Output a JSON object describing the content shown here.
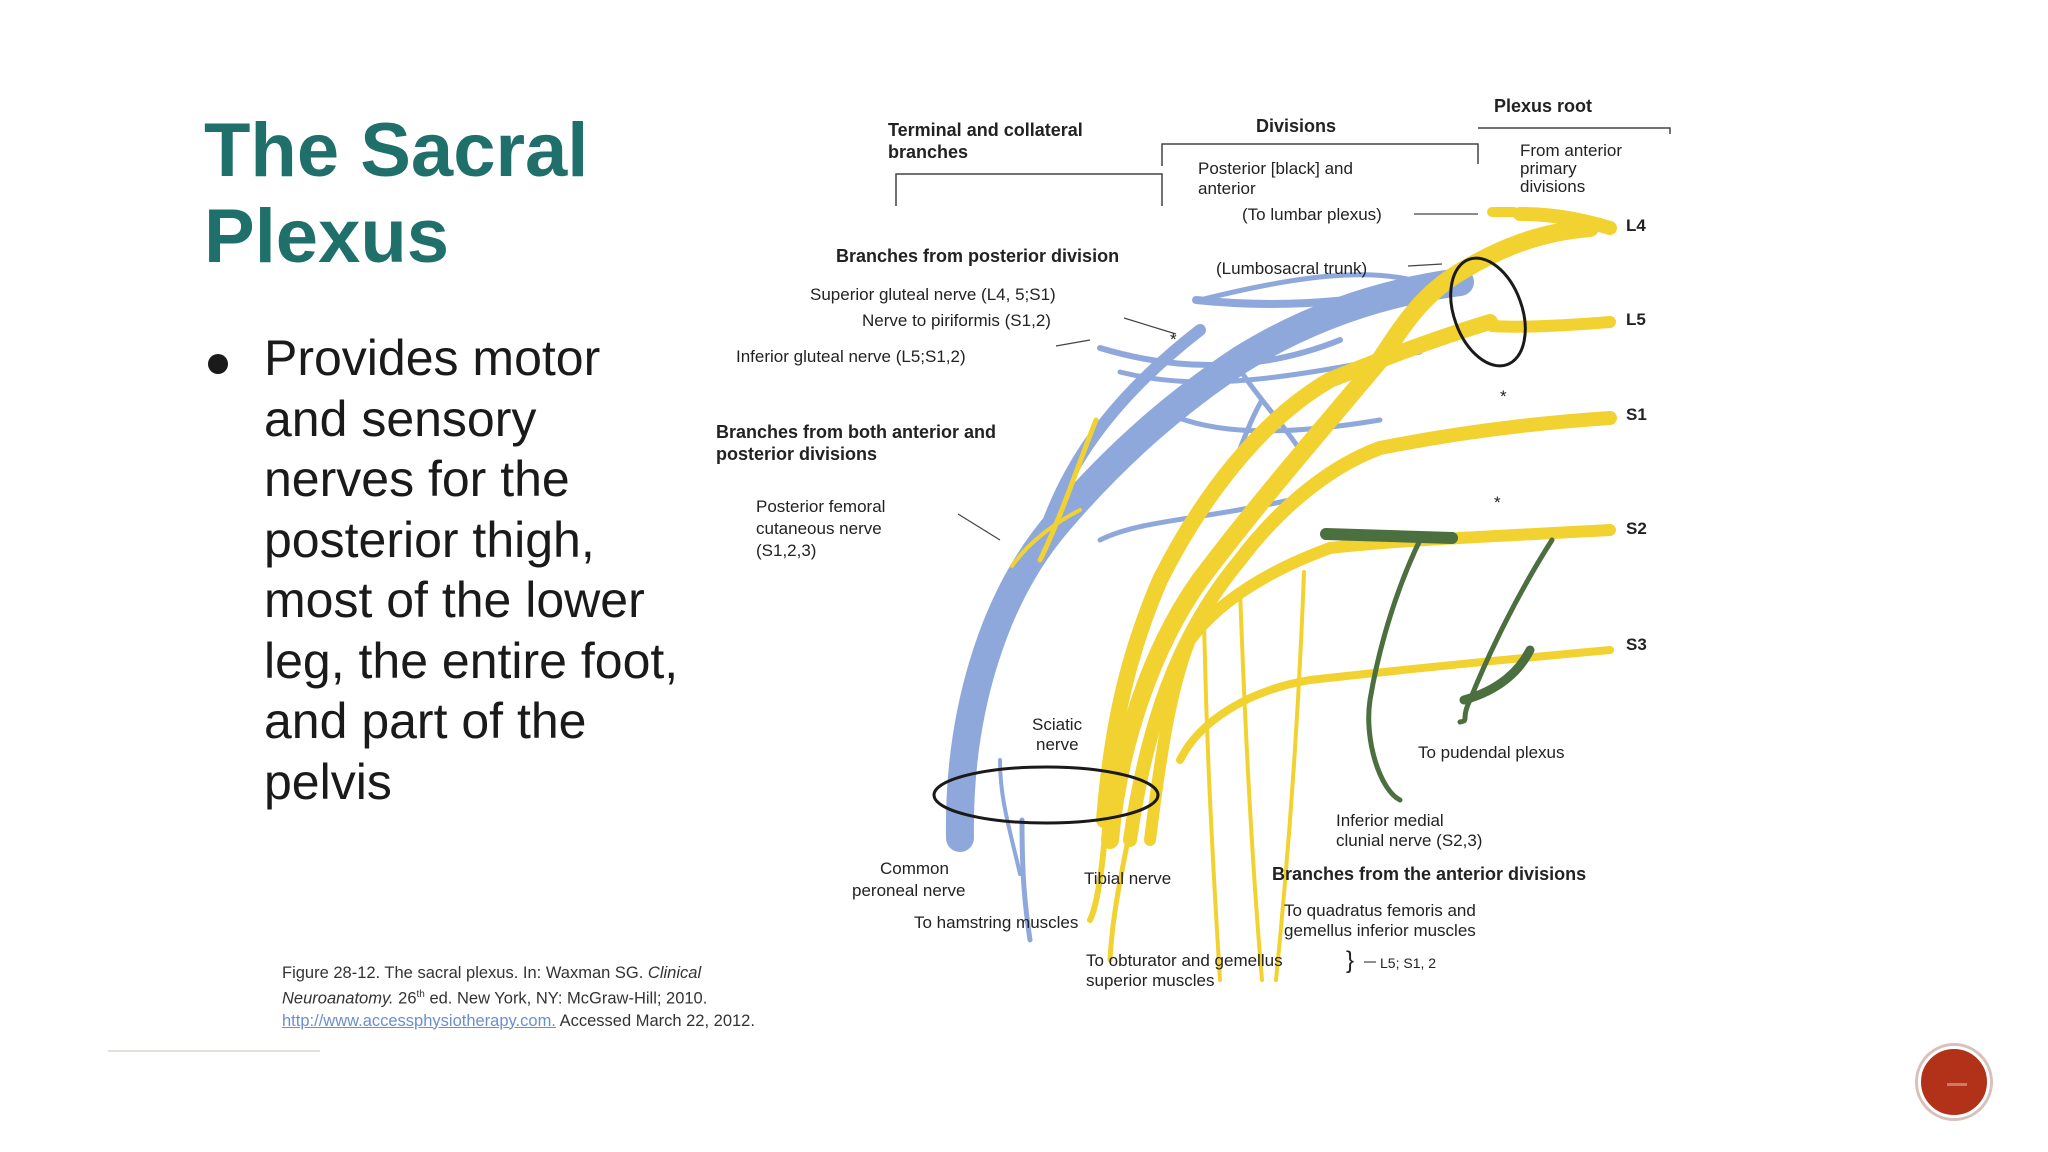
{
  "slide": {
    "title_line1": "The Sacral",
    "title_line2": "Plexus",
    "bullet": "Provides motor and sensory nerves for the posterior thigh, most of the lower leg, the entire foot, and part of the pelvis"
  },
  "figure": {
    "header_terminal_line1": "Terminal and collateral",
    "header_terminal_line2": "branches",
    "header_divisions": "Divisions",
    "header_plexus_root": "Plexus root",
    "divisions_note_line1": "Posterior [black] and",
    "divisions_note_line2": "anterior",
    "root_note_line1": "From anterior",
    "root_note_line2": "primary",
    "root_note_line3": "divisions",
    "to_lumbar": "(To lumbar plexus)",
    "lumbosacral": "(Lumbosacral trunk)",
    "posterior_branches_header": "Branches from posterior division",
    "superior_gluteal": "Superior gluteal nerve (L4, 5;S1)",
    "piriformis": "Nerve to piriformis (S1,2)",
    "inferior_gluteal": "Inferior gluteal nerve (L5;S1,2)",
    "both_header_line1": "Branches from both anterior and",
    "both_header_line2": "posterior divisions",
    "post_fem_line1": "Posterior femoral",
    "post_fem_line2": "cutaneous nerve",
    "post_fem_line3": "(S1,2,3)",
    "sciatic_line1": "Sciatic",
    "sciatic_line2": "nerve",
    "common_peroneal_line1": "Common",
    "common_peroneal_line2": "peroneal nerve",
    "tibial": "Tibial nerve",
    "hamstring": "To hamstring muscles",
    "pudendal": "To pudendal plexus",
    "inf_medial_line1": "Inferior medial",
    "inf_medial_line2": "clunial nerve (S2,3)",
    "anterior_header": "Branches from the anterior divisions",
    "quadratus_line1": "To quadratus femoris and",
    "quadratus_line2": "gemellus inferior muscles",
    "obturator_line1": "To obturator and gemellus",
    "obturator_line2": "superior muscles",
    "obturator_roots": "L5; S1, 2",
    "root_l4": "L4",
    "root_l5": "L5",
    "root_s1": "S1",
    "root_s2": "S2",
    "root_s3": "S3",
    "asterisk": "*"
  },
  "caption": {
    "part1": "Figure 28-12. The sacral plexus. In: Waxman SG.",
    "italic_title": "Clinical",
    "line2_italic": "Neuroanatomy.",
    "edition_num": " 26",
    "edition_sup": "th",
    "line2_rest": " ed. New York, NY: McGraw-Hill; 2010.",
    "link": "http://www.accessphysiotherapy.com.",
    "accessed": " Accessed March 22, 2012."
  },
  "colors": {
    "title": "#1f6f6a",
    "posterior_division": "#8fa8dc",
    "anterior_division": "#f2d230",
    "pudendal_branch": "#4b6f3f",
    "nav_button": "#b23219"
  },
  "icons": {
    "bullet": "filled-circle",
    "nav_button": "next-slide-circle"
  }
}
